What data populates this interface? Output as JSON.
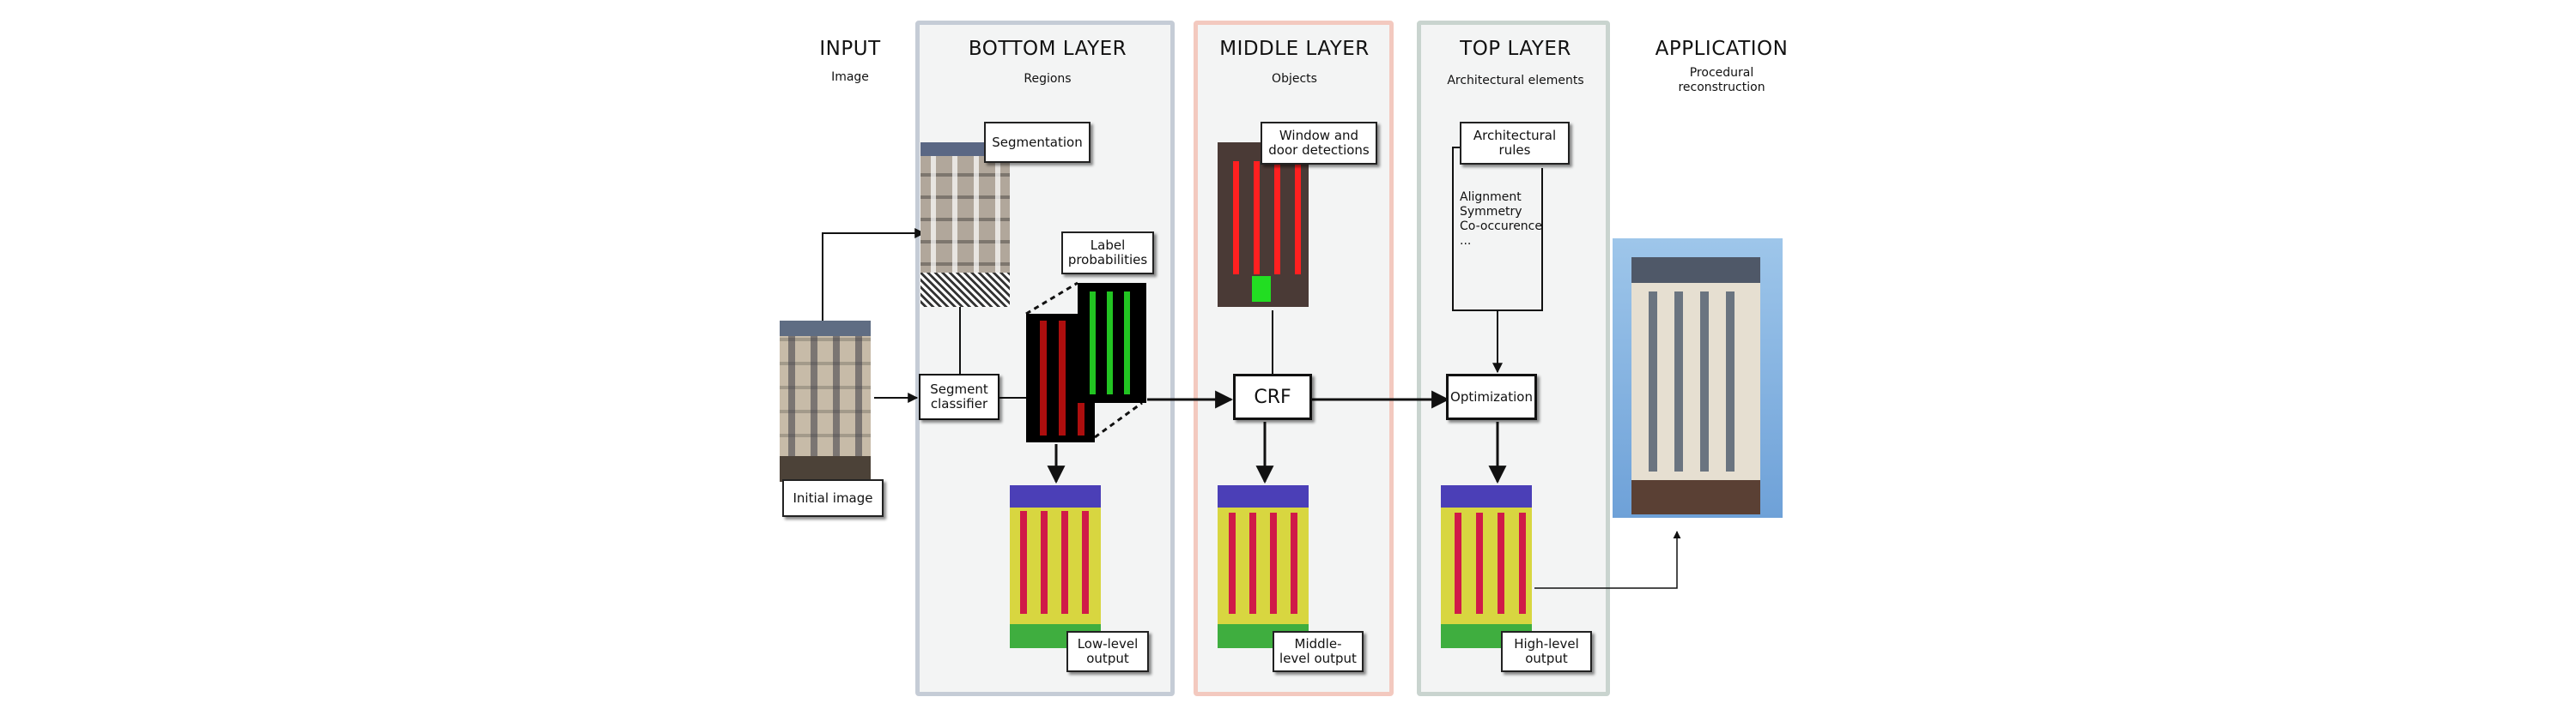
{
  "columns": [
    {
      "id": "input",
      "title": "INPUT",
      "subtitle": "Image"
    },
    {
      "id": "bottom",
      "title": "BOTTOM LAYER",
      "subtitle": "Regions"
    },
    {
      "id": "middle",
      "title": "MIDDLE LAYER",
      "subtitle": "Objects"
    },
    {
      "id": "top",
      "title": "TOP LAYER",
      "subtitle": "Architectural elements"
    },
    {
      "id": "application",
      "title": "APPLICATION",
      "subtitle": "Procedural reconstruction"
    }
  ],
  "labels": {
    "initial_image": "Initial image",
    "segmentation": "Segmentation",
    "segment_classifier": "Segment classifier",
    "label_probabilities": "Label probabilities",
    "low_level_output": "Low-level output",
    "window_door": "Window and door detections",
    "crf": "CRF",
    "middle_level_output": "Middle-level output",
    "architectural_rules": "Architectural rules",
    "optimization": "Optimization",
    "high_level_output": "High-level output"
  },
  "rules": [
    "Alignment",
    "Symmetry",
    "Co-occurence",
    "..."
  ],
  "colors": {
    "bottom_border": "#c5ccd6",
    "middle_border": "#f3c9bf",
    "top_border": "#c9d4cf",
    "panel_fill": "#f3f4f4"
  }
}
